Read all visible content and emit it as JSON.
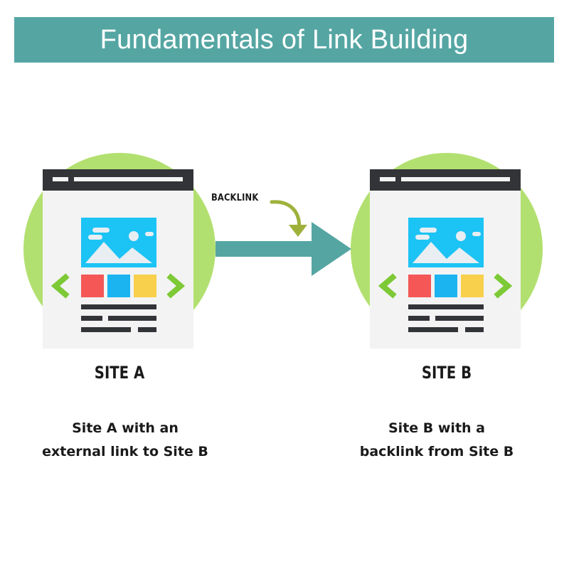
{
  "title": "Fundamentals of Link Building",
  "arrow_label": "BACKLINK",
  "sites": [
    {
      "label": "SITE A",
      "description_lines": [
        "Site A with an",
        "external link to Site B"
      ]
    },
    {
      "label": "SITE B",
      "description_lines": [
        "Site B with a",
        "backlink from Site B"
      ]
    }
  ],
  "colors": {
    "title_bar": "#55a6a3",
    "arrow": "#55a6a3",
    "circle": "#b2e070",
    "browser_bar": "#333438",
    "browser_body": "#f3f3f3",
    "image_bg": "#1cc3f5",
    "tile_red": "#f45756",
    "tile_blue": "#1cb4f0",
    "tile_yellow": "#f8d04b",
    "chevron": "#7dc936",
    "curved_arrow": "#9fb13b"
  },
  "icons": {
    "site_illustration": "browser-window-icon",
    "main_arrow": "right-arrow-icon",
    "backlink_pointer": "curved-down-arrow-icon"
  }
}
